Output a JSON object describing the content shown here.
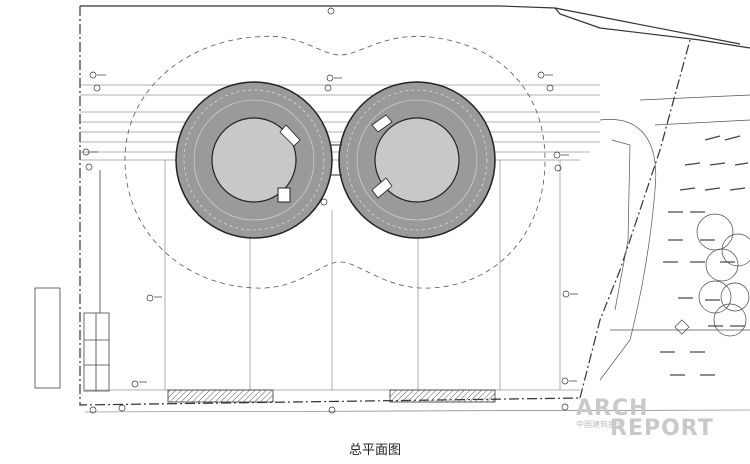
{
  "caption": "总平面图",
  "watermark": {
    "line1": "ARCH",
    "line2": "REPORT",
    "small": "中国建筑报道"
  },
  "colors": {
    "line": "#333333",
    "fill_core": "#c8c8c8",
    "ring_fill": "#9a9a9a",
    "watermark": "#c9c9c9"
  }
}
